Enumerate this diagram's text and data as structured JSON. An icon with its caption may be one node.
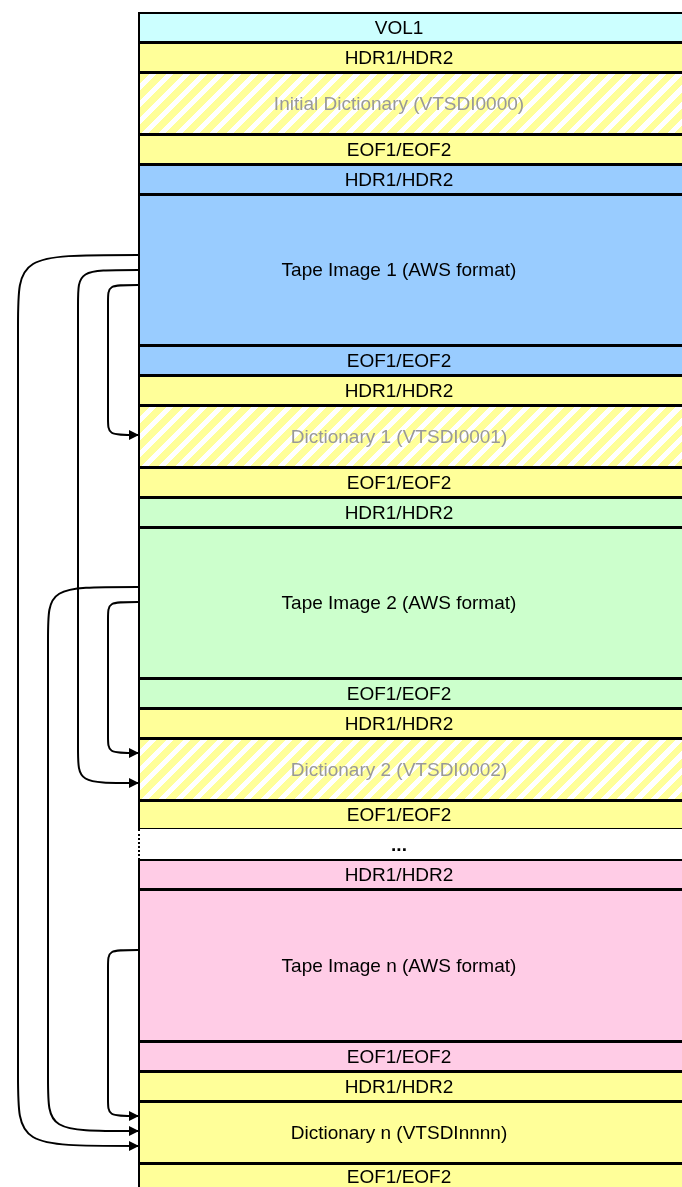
{
  "diagram": {
    "nodes": [
      {
        "text": [
          "VOL1"
        ]
      },
      {
        "text": [
          "HDR1/HDR2"
        ]
      },
      {
        "text": [
          "Initial Dictionary (VTSDI0000)"
        ]
      },
      {
        "text": [
          "EOF1/EOF2"
        ]
      },
      {
        "text": [
          "HDR1/HDR2"
        ]
      },
      {
        "text": [
          "Tape Image 1 (AWS format)"
        ]
      },
      {
        "text": [
          "EOF1/EOF2"
        ]
      },
      {
        "text": [
          "HDR1/HDR2"
        ]
      },
      {
        "text": [
          "Dictionary 1 (VTSDI0001)"
        ]
      },
      {
        "text": [
          "EOF1/EOF2"
        ]
      },
      {
        "text": [
          "HDR1/HDR2"
        ]
      },
      {
        "text": [
          "Tape Image 2 (AWS format)"
        ]
      },
      {
        "text": [
          "EOF1/EOF2"
        ]
      },
      {
        "text": [
          "HDR1/HDR2"
        ]
      },
      {
        "text": [
          "Dictionary 2 (VTSDI0002)"
        ]
      },
      {
        "text": [
          "EOF1/EOF2"
        ]
      },
      {
        "text": [
          "..."
        ]
      },
      {
        "text": [
          "HDR1/HDR2"
        ]
      },
      {
        "text": [
          "Tape Image n (AWS format)"
        ]
      },
      {
        "text": [
          "EOF1/EOF2"
        ]
      },
      {
        "text": [
          "HDR1/HDR2"
        ]
      },
      {
        "text": [
          "Dictionary n (VTSDInnnn)"
        ]
      },
      {
        "text": [
          "EOF1/EOF2"
        ]
      }
    ],
    "edges": [
      {
        "from": 5,
        "to": 21,
        "arrow": "to"
      },
      {
        "from": 5,
        "to": 14,
        "arrow": "to"
      },
      {
        "from": 5,
        "to": 8,
        "arrow": "to"
      },
      {
        "from": 11,
        "to": 21,
        "arrow": "to"
      },
      {
        "from": 11,
        "to": 14,
        "arrow": "to"
      },
      {
        "from": 18,
        "to": 21,
        "arrow": "to"
      }
    ]
  }
}
